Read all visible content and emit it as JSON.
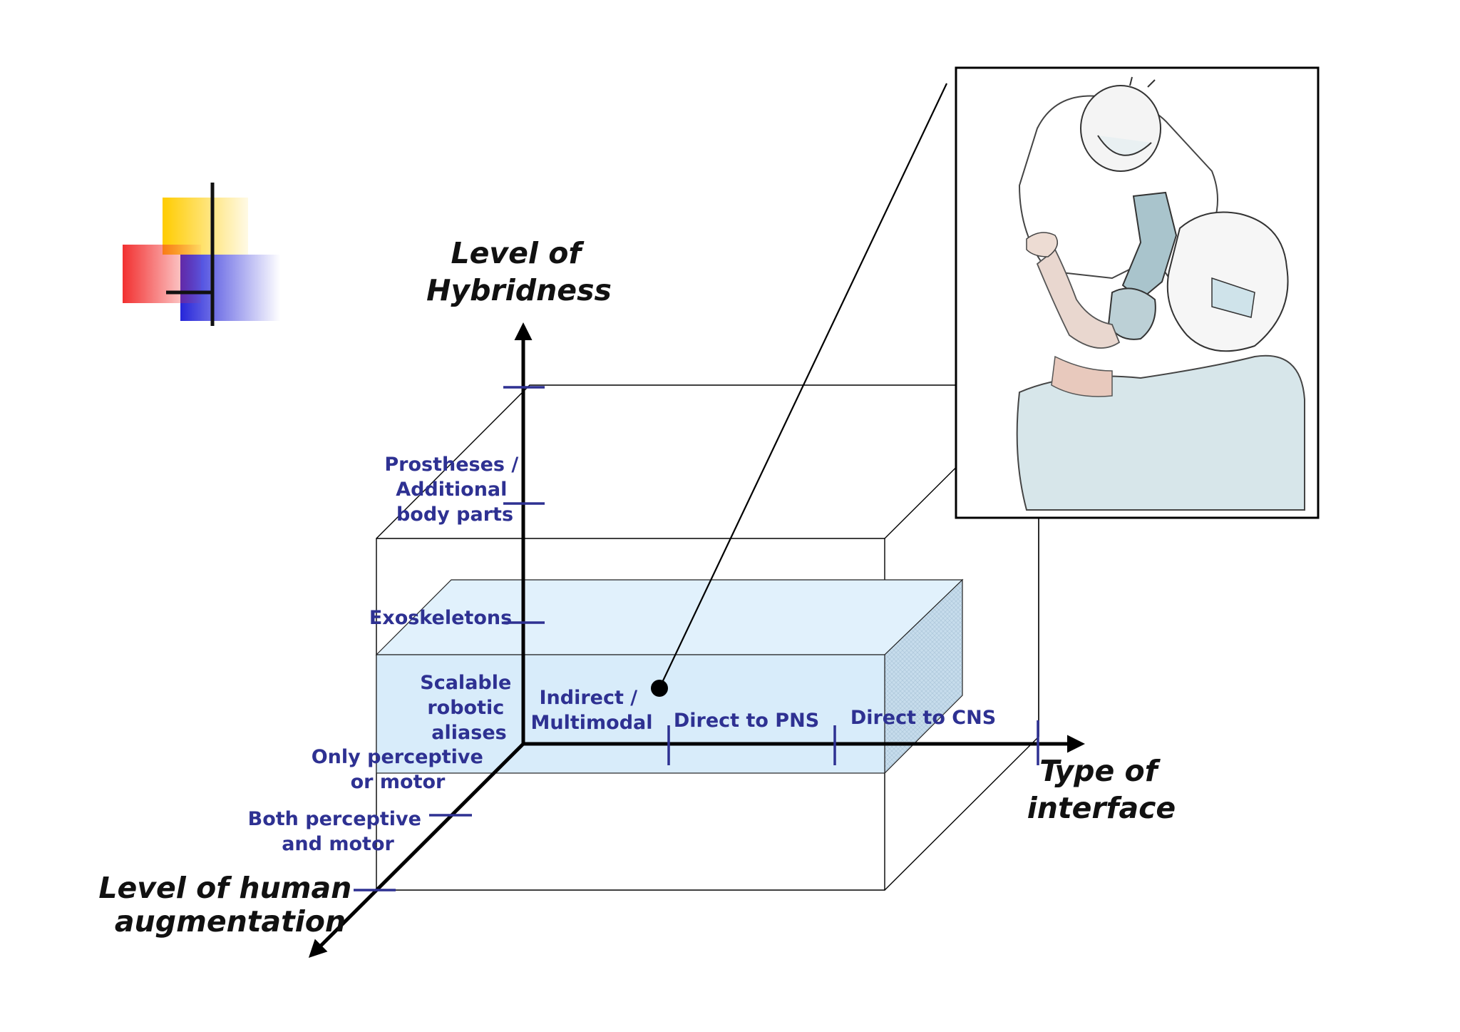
{
  "colors": {
    "tick_label": "#2e3192",
    "tick_mark": "#2e3192",
    "box_fill": "#dcefff",
    "box_side": "#bcd6e8",
    "axis": "#000000"
  },
  "axes": {
    "vertical": {
      "title_lines": [
        "Level of",
        "Hybridness"
      ]
    },
    "horizontal": {
      "title_lines": [
        "Type of",
        "interface"
      ]
    },
    "depth": {
      "title_lines": [
        "Level of human",
        "augmentation"
      ]
    }
  },
  "vertical_ticks": [
    {
      "label_lines": [
        "Prostheses /",
        "Additional",
        "body parts"
      ]
    },
    {
      "label_lines": [
        "Exoskeletons"
      ]
    },
    {
      "label_lines": [
        "Scalable",
        "robotic",
        "aliases"
      ]
    }
  ],
  "horizontal_ticks": [
    {
      "label_lines": [
        "Indirect /",
        "Multimodal"
      ]
    },
    {
      "label_lines": [
        "Direct to PNS"
      ]
    },
    {
      "label_lines": [
        "Direct to CNS"
      ]
    }
  ],
  "depth_ticks": [
    {
      "label_lines": [
        "Only perceptive",
        "or motor"
      ]
    },
    {
      "label_lines": [
        "Both perceptive",
        "and motor"
      ]
    }
  ],
  "inset": {
    "image_icon": "surgeon-with-robotic-arm-illustration"
  },
  "logo": {
    "icon": "colored-squares-logo"
  }
}
